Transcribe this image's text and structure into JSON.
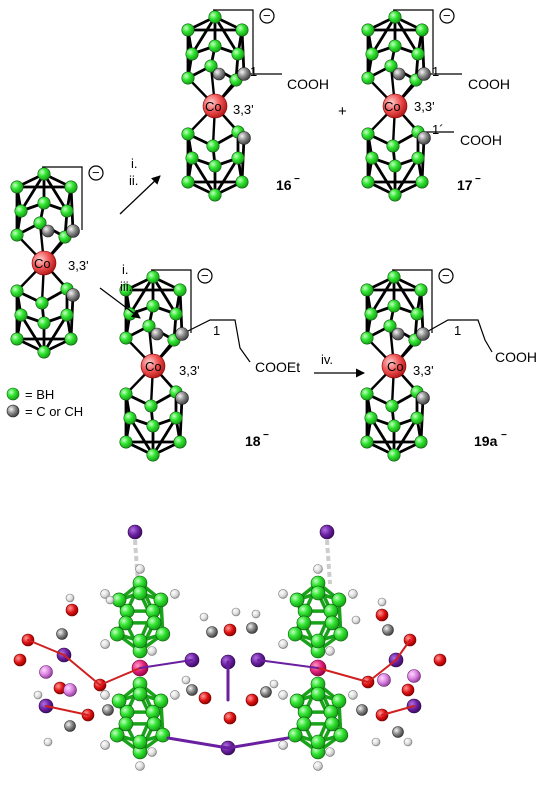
{
  "labels": {
    "co": "Co",
    "pos33": "3,3'",
    "pos1": "1",
    "pos1p": "1´",
    "cooh": "COOH",
    "cooet": "COOEt",
    "plus": "+",
    "charge": "−",
    "step_i": "i.",
    "step_ii": "ii.",
    "step_iii": "iii.",
    "step_iv": "iv.",
    "legend_bh": "= BH",
    "legend_c": "= C or CH"
  },
  "compounds": {
    "c16": {
      "num": "16",
      "charge": "−"
    },
    "c17": {
      "num": "17",
      "charge": "−"
    },
    "c18": {
      "num": "18",
      "charge": "−"
    },
    "c19": {
      "num": "19a",
      "charge": "−"
    }
  },
  "colors": {
    "boron": "#33e633",
    "carbon": "#8a8a8a",
    "cobalt": "#ee4444",
    "iodine": "#6a1fa0",
    "oxygen": "#e01010",
    "hydrogen": "#dddddd",
    "magenta": "#e0207a",
    "pink": "#d980e0"
  }
}
